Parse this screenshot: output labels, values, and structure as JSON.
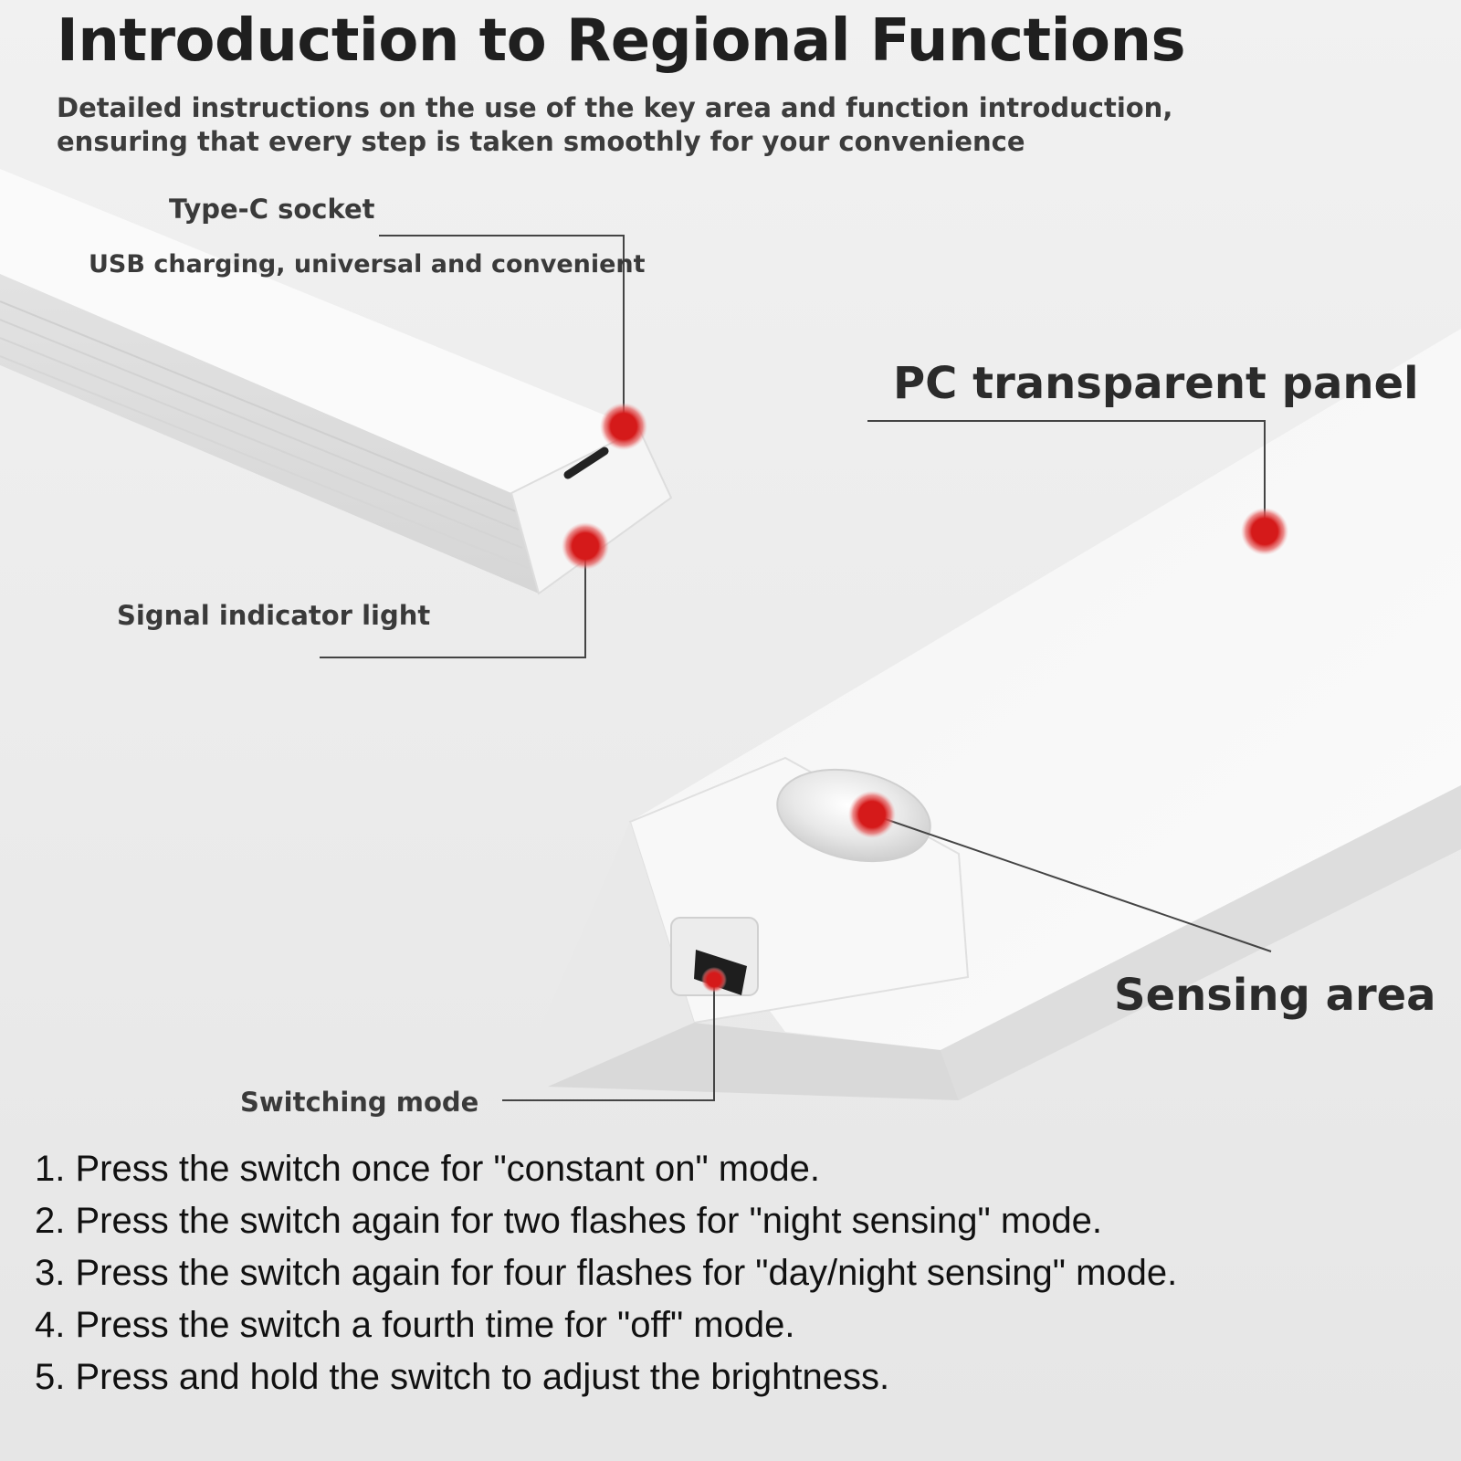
{
  "header": {
    "title": "Introduction to Regional Functions",
    "subtitle": "Detailed instructions on the use of the key area and function introduction, ensuring that every step is taken smoothly for your convenience"
  },
  "callouts": {
    "type_c_title": "Type-C socket",
    "type_c_desc": "USB charging, universal and convenient",
    "signal_light": "Signal indicator light",
    "pc_panel": "PC transparent panel",
    "sensing_area": "Sensing area",
    "switching_mode": "Switching mode"
  },
  "steps": [
    "1. Press the switch once for \"constant on\" mode.",
    "2. Press the switch again for two flashes for \"night sensing\" mode.",
    "3. Press the switch again for four flashes for \"day/night sensing\" mode.",
    "4. Press the switch a fourth time for \"off\" mode.",
    "5. Press and hold the switch to adjust the brightness."
  ],
  "colors": {
    "marker": "#d51a1a",
    "leader_line": "#444444",
    "background": "#ececec",
    "product_body": "#f7f7f7"
  }
}
